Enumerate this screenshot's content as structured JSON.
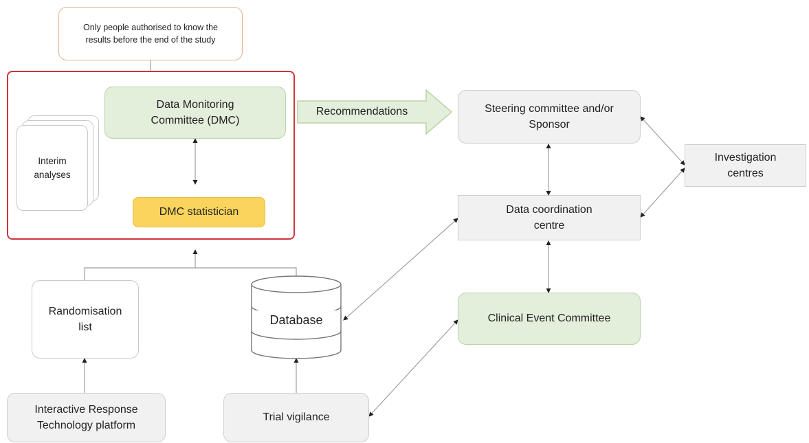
{
  "note": "Only people authorised to know the results before the end of the study",
  "nodes": {
    "dmc": "Data Monitoring Committee (DMC)",
    "interim_analyses": "Interim analyses",
    "dmc_statistician": "DMC statistician",
    "recommendations": "Recommendations",
    "steering": "Steering committee and/or Sponsor",
    "investigation_centres": "Investigation centres",
    "data_coordination": "Data coordination centre",
    "clinical_event": "Clinical Event Committee",
    "randomisation": "Randomisation list",
    "database": "Database",
    "irt": "Interactive Response Technology platform",
    "trial_vigilance": "Trial vigilance"
  },
  "colors": {
    "highlight_border": "#d0343c",
    "note_border": "#e8b08a",
    "green_fill": "#e3eedb",
    "yellow_fill": "#fad45c",
    "grey_fill": "#f1f1f1"
  }
}
